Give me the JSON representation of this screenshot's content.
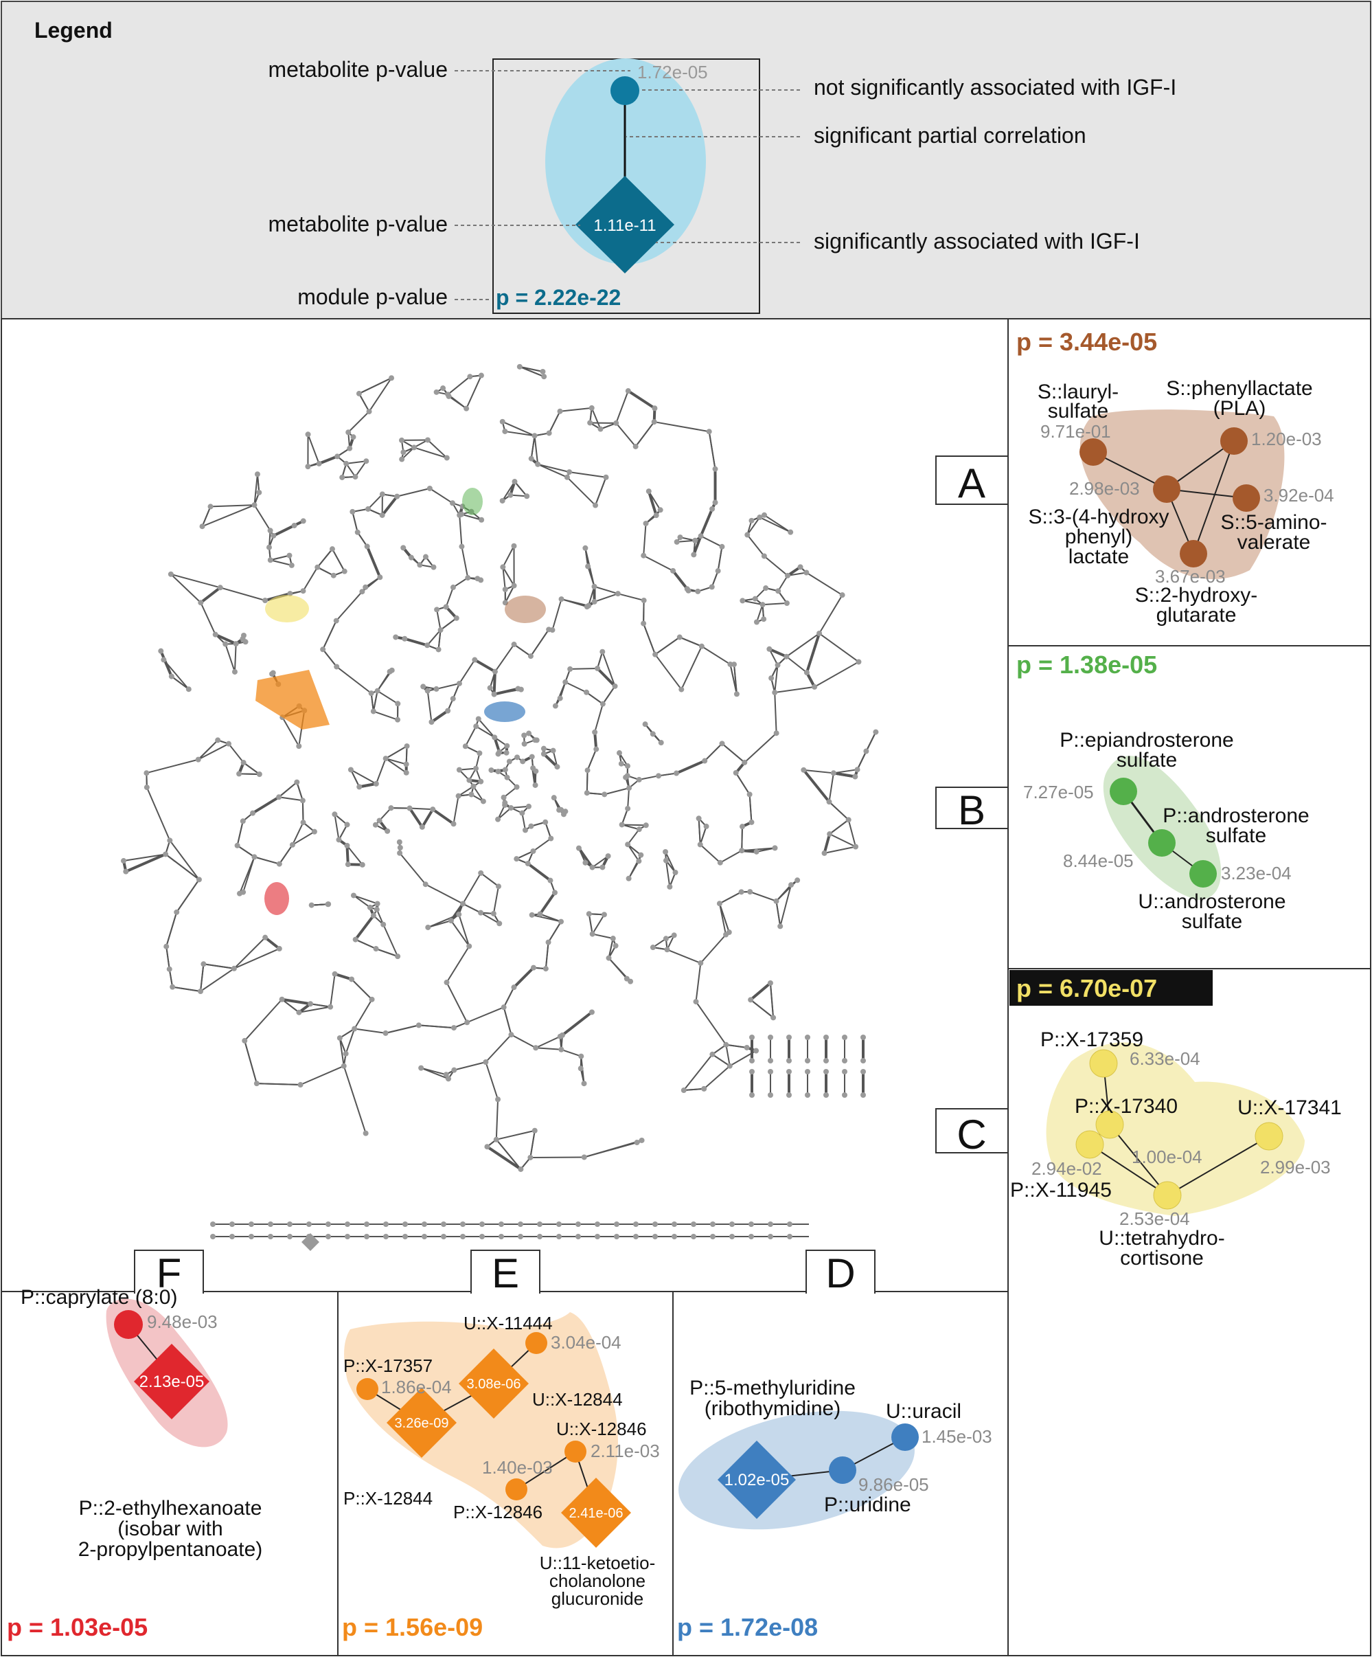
{
  "legend": {
    "title": "Legend",
    "labels": {
      "metabolite_p_top": "metabolite p-value",
      "metabolite_p_bottom": "metabolite p-value",
      "module_p": "module p-value",
      "not_sig": "not significantly associated with IGF-I",
      "partial_corr": "significant partial correlation",
      "sig": "significantly associated with IGF-I"
    },
    "example_node_p": "1.72e-05",
    "example_diamond_p": "1.11e-11",
    "example_module_p": "p = 2.22e-22"
  },
  "panels": {
    "A": {
      "letter": "A",
      "module_p": "p = 3.44e-05",
      "color": "#a5592c",
      "nodes": {
        "lauryl": {
          "name1": "S::lauryl-",
          "name2": "sulfate",
          "p": "9.71e-01"
        },
        "pla": {
          "name1": "S::phenyllactate",
          "name2": "(PLA)",
          "p": "1.20e-03"
        },
        "hydroxyphenyl": {
          "name1": "S::3-(4-hydroxy",
          "name2": "phenyl)",
          "name3": "lactate",
          "p": "2.98e-03"
        },
        "aminovalerate": {
          "name1": "S::5-amino-",
          "name2": "valerate",
          "p": "3.92e-04"
        },
        "hydroxyglutarate": {
          "name1": "S::2-hydroxy-",
          "name2": "glutarate",
          "p": "3.67e-03"
        }
      }
    },
    "B": {
      "letter": "B",
      "module_p": "p = 1.38e-05",
      "color": "#54b04a",
      "nodes": {
        "epiandro": {
          "name1": "P::epiandrosterone",
          "name2": "sulfate",
          "p": "7.27e-05"
        },
        "pandro": {
          "name1": "P::androsterone",
          "name2": "sulfate",
          "p": "8.44e-05"
        },
        "uandro": {
          "name1": "U::androsterone",
          "name2": "sulfate",
          "p": "3.23e-04"
        }
      }
    },
    "C": {
      "letter": "C",
      "module_p": "p = 6.70e-07",
      "color": "#f2e066",
      "nodes": {
        "x17359": {
          "name": "P::X-17359",
          "p": "6.33e-04"
        },
        "x17340": {
          "name": "P::X-17340",
          "p": "1.00e-04"
        },
        "x17341": {
          "name": "U::X-17341",
          "p": "2.99e-03"
        },
        "x11945": {
          "name": "P::X-11945",
          "p": "2.94e-02"
        },
        "tetra": {
          "name1": "U::tetrahydro-",
          "name2": "cortisone",
          "p": "2.53e-04"
        }
      }
    },
    "D": {
      "letter": "D",
      "module_p": "p = 1.72e-08",
      "color": "#3f7fc0",
      "nodes": {
        "methyluridine": {
          "name1": "P::5-methyluridine",
          "name2": "(ribothymidine)",
          "p": "1.02e-05"
        },
        "uracil": {
          "name": "U::uracil",
          "p": "1.45e-03"
        },
        "uridine": {
          "name": "P::uridine",
          "p": "9.86e-05"
        }
      }
    },
    "E": {
      "letter": "E",
      "module_p": "p = 1.56e-09",
      "color": "#f28a1a",
      "nodes": {
        "ux11444": {
          "name": "U::X-11444",
          "p": "3.04e-04"
        },
        "px17357": {
          "name": "P::X-17357",
          "p": "1.86e-04"
        },
        "ux12844": {
          "name": "U::X-12844",
          "p": "3.08e-06"
        },
        "ux12846": {
          "name": "U::X-12846",
          "p": "2.11e-03"
        },
        "px12844": {
          "name": "P::X-12844",
          "p": "3.26e-09"
        },
        "px12846": {
          "name": "P::X-12846",
          "p": "1.40e-03"
        },
        "keto": {
          "name1": "U::11-ketoetio-",
          "name2": "cholanolone",
          "name3": "glucuronide",
          "p": "2.41e-06"
        }
      }
    },
    "F": {
      "letter": "F",
      "module_p": "p = 1.03e-05",
      "color": "#e0272e",
      "nodes": {
        "caprylate": {
          "name": "P::caprylate (8:0)",
          "p": "9.48e-03"
        },
        "ethylhex": {
          "name1": "P::2-ethylhexanoate",
          "name2": "(isobar with",
          "name3": "2-propylpentanoate)",
          "p": "2.13e-05"
        }
      }
    }
  }
}
